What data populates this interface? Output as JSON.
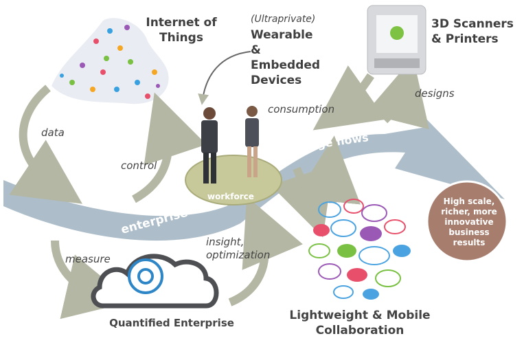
{
  "iot": {
    "title": "Internet of Things"
  },
  "wearable": {
    "prefix": "(Ultraprivate)",
    "title": "Wearable & Embedded Devices"
  },
  "printers": {
    "title": "3D Scanners & Printers"
  },
  "flows": {
    "consumption": "consumption",
    "designs": "designs",
    "data": "data",
    "control": "control",
    "measure": "measure",
    "insight": "insight, optimization",
    "knowledge": "knowledge flows",
    "enterprise": "enterprise",
    "workforce": "workforce"
  },
  "quantified": {
    "title": "Quantified Enterprise"
  },
  "collaboration": {
    "title": "Lightweight & Mobile Collaboration"
  },
  "results": {
    "text": "High scale, richer, more innovative business results"
  },
  "colors": {
    "river": "#a9bac7",
    "arrow_gray": "#b3b7a3",
    "platform": "#c7c99a",
    "results_circle": "#a77e6e",
    "gear": "#2e86c7"
  }
}
